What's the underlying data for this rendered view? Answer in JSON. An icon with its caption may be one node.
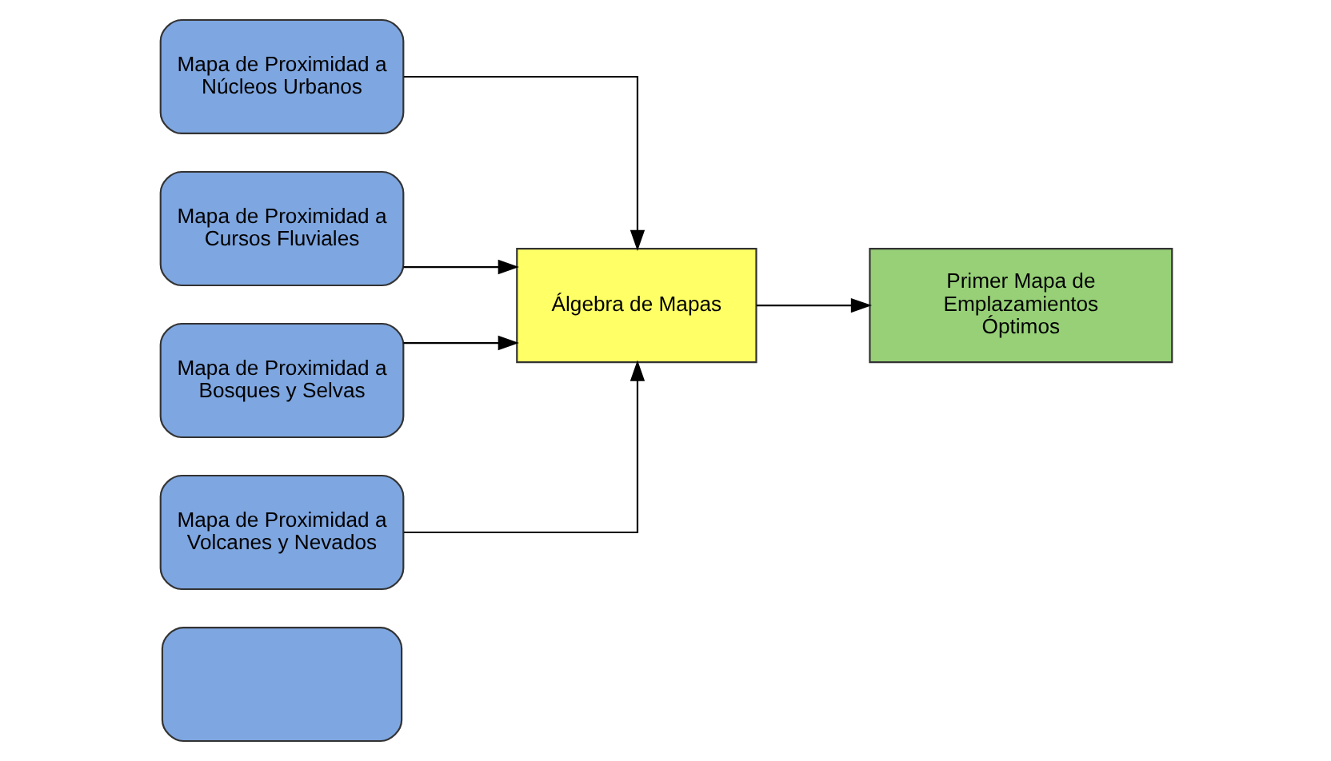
{
  "diagram": {
    "nodes": [
      {
        "text": [
          "Mapa de Proximidad a Núcleos Urbanos"
        ]
      },
      {
        "text": [
          "Mapa de Proximidad a Cursos Fluviales"
        ]
      },
      {
        "text": [
          "Mapa de Proximidad a Bosques y Selvas"
        ]
      },
      {
        "text": [
          "Mapa de Proximidad a Volcanes y Nevados"
        ]
      },
      {
        "text": [],
        "shape": "box"
      },
      {
        "text": [
          "Álgebra de Mapas"
        ]
      },
      {
        "text": [
          "Primer Mapa de Emplazamientos Óptimos"
        ]
      }
    ],
    "edges": [
      {
        "from": 0,
        "to": 5,
        "arrow": "to"
      },
      {
        "from": 1,
        "to": 5,
        "arrow": "to"
      },
      {
        "from": 2,
        "to": 5,
        "arrow": "to"
      },
      {
        "from": 3,
        "to": 5,
        "arrow": "to"
      },
      {
        "from": 5,
        "to": 6,
        "arrow": "to"
      }
    ]
  }
}
